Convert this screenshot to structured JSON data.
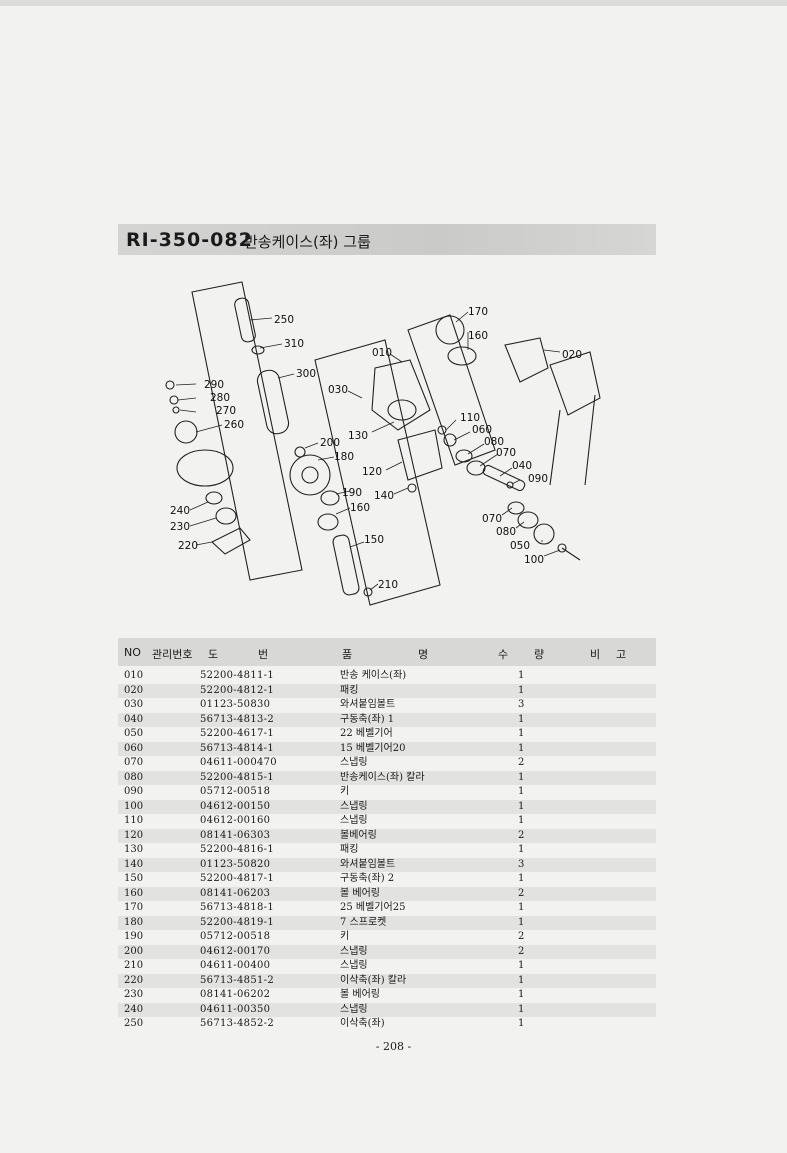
{
  "header": {
    "code": "RI-350-082",
    "name": "반송케이스(좌) 그룹"
  },
  "diagram": {
    "callouts": [
      "250",
      "310",
      "300",
      "290",
      "280",
      "270",
      "260",
      "200",
      "180",
      "240",
      "230",
      "220",
      "190",
      "160",
      "150",
      "210",
      "010",
      "030",
      "130",
      "120",
      "140",
      "110",
      "060",
      "080",
      "070",
      "040",
      "090",
      "170",
      "160",
      "020",
      "070",
      "080",
      "050",
      "100"
    ]
  },
  "table": {
    "headers": {
      "no": "NO",
      "mgmt": "관리번호",
      "drawing_1": "도",
      "drawing_2": "번",
      "name_1": "품",
      "name_2": "명",
      "qty_1": "수",
      "qty_2": "량",
      "note_1": "비",
      "note_2": "고"
    },
    "rows": [
      {
        "no": "010",
        "part": "52200-4811-1",
        "name": "반송 케이스(좌)",
        "qty": "1"
      },
      {
        "no": "020",
        "part": "52200-4812-1",
        "name": "패킹",
        "qty": "1"
      },
      {
        "no": "030",
        "part": "01123-50830",
        "name": "와셔붙임볼트",
        "qty": "3"
      },
      {
        "no": "040",
        "part": "56713-4813-2",
        "name": "구동축(좌) 1",
        "qty": "1"
      },
      {
        "no": "050",
        "part": "52200-4617-1",
        "name": "22 베벨기어",
        "qty": "1"
      },
      {
        "no": "060",
        "part": "56713-4814-1",
        "name": "15 베벨기어20",
        "qty": "1"
      },
      {
        "no": "070",
        "part": "04611-000470",
        "name": "스냅링",
        "qty": "2"
      },
      {
        "no": "080",
        "part": "52200-4815-1",
        "name": "반송케이스(좌) 칼라",
        "qty": "1"
      },
      {
        "no": "090",
        "part": "05712-00518",
        "name": "키",
        "qty": "1"
      },
      {
        "no": "100",
        "part": "04612-00150",
        "name": "스냅링",
        "qty": "1"
      },
      {
        "no": "110",
        "part": "04612-00160",
        "name": "스냅링",
        "qty": "1"
      },
      {
        "no": "120",
        "part": "08141-06303",
        "name": "볼베어링",
        "qty": "2"
      },
      {
        "no": "130",
        "part": "52200-4816-1",
        "name": "패킹",
        "qty": "1"
      },
      {
        "no": "140",
        "part": "01123-50820",
        "name": "와셔붙임볼트",
        "qty": "3"
      },
      {
        "no": "150",
        "part": "52200-4817-1",
        "name": "구동축(좌) 2",
        "qty": "1"
      },
      {
        "no": "160",
        "part": "08141-06203",
        "name": "볼 베어링",
        "qty": "2"
      },
      {
        "no": "170",
        "part": "56713-4818-1",
        "name": "25 베벨기어25",
        "qty": "1"
      },
      {
        "no": "180",
        "part": "52200-4819-1",
        "name": "7 스프로켓",
        "qty": "1"
      },
      {
        "no": "190",
        "part": "05712-00518",
        "name": "키",
        "qty": "2"
      },
      {
        "no": "200",
        "part": "04612-00170",
        "name": "스냅링",
        "qty": "2"
      },
      {
        "no": "210",
        "part": "04611-00400",
        "name": "스냅링",
        "qty": "1"
      },
      {
        "no": "220",
        "part": "56713-4851-2",
        "name": "이삭축(좌) 칼라",
        "qty": "1"
      },
      {
        "no": "230",
        "part": "08141-06202",
        "name": "볼 베어링",
        "qty": "1"
      },
      {
        "no": "240",
        "part": "04611-00350",
        "name": "스냅링",
        "qty": "1"
      },
      {
        "no": "250",
        "part": "56713-4852-2",
        "name": "이삭축(좌)",
        "qty": "1"
      }
    ]
  },
  "footer": {
    "page": "- 208 -"
  }
}
